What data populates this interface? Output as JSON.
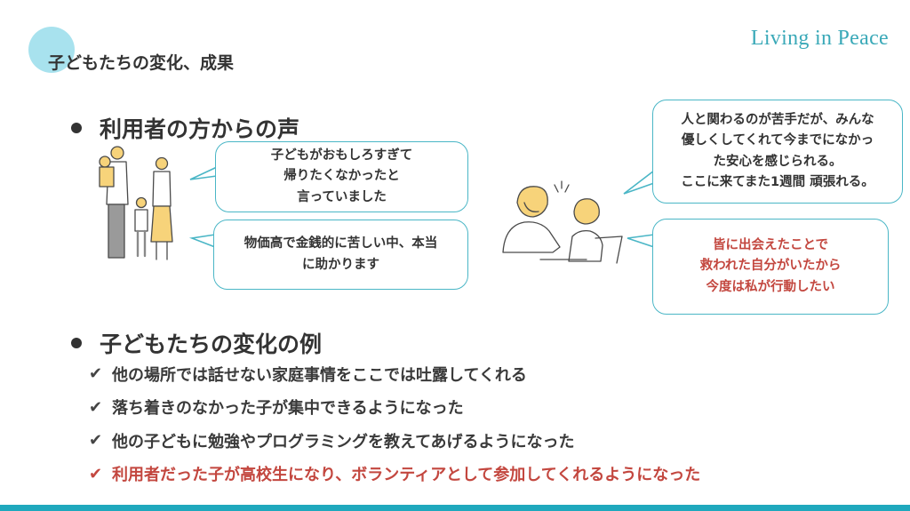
{
  "brand": "Living in Peace",
  "page_title": "子どもたちの変化、成果",
  "voices": {
    "heading": "利用者の方からの声",
    "bubbles": [
      "子どもがおもしろすぎて\n帰りたくなかったと\n言っていました",
      "物価高で金銭的に苦しい中、本当\nに助かります",
      "人と関わるのが苦手だが、みんな\n優しくしてくれて今までになかっ\nた安心を感じられる。\nここに来てまた1週間 頑張れる。",
      "皆に出会えたことで\n救われた自分がいたから\n今度は私が行動したい"
    ]
  },
  "changes": {
    "heading": "子どもたちの変化の例",
    "check_mark": "✔",
    "items": [
      "他の場所では話せない家庭事情をここでは吐露してくれる",
      "落ち着きのなかった子が集中できるようになった",
      "他の子どもに勉強やプログラミングを教えてあげるようになった",
      "利用者だった子が高校生になり、ボランティアとして参加してくれるようになった"
    ]
  },
  "colors": {
    "accent": "#4ab6c6",
    "highlight": "#c3473f",
    "title_circle": "#a8e2ee",
    "bottom_bar": "#1fa8bd"
  }
}
